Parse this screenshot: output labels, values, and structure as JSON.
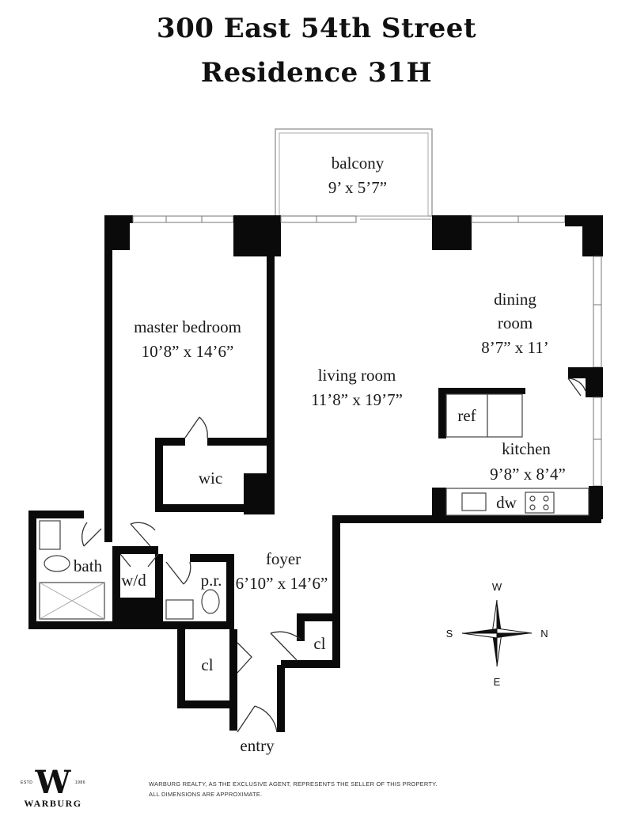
{
  "header": {
    "address": "300 East 54th Street",
    "residence": "Residence 31H"
  },
  "rooms": {
    "balcony": {
      "name": "balcony",
      "dims": "9’ x 5’7”"
    },
    "master_bedroom": {
      "name": "master bedroom",
      "dims": "10’8” x 14’6”"
    },
    "living_room": {
      "name": "living room",
      "dims": "11’8” x 19’7”"
    },
    "dining_room": {
      "name1": "dining",
      "name2": "room",
      "dims": "8’7” x 11’"
    },
    "kitchen": {
      "name": "kitchen",
      "dims": "9’8” x 8’4”"
    },
    "foyer": {
      "name": "foyer",
      "dims": "6’10” x 14’6”"
    },
    "wic": "wic",
    "bath": "bath",
    "wd": "w/d",
    "pr": "p.r.",
    "ref": "ref",
    "dw": "dw",
    "cl_left": "cl",
    "cl_right": "cl",
    "entry": "entry"
  },
  "compass": {
    "north": "N",
    "south": "S",
    "east": "E",
    "west": "W"
  },
  "footer": {
    "logo_est": "ESTD",
    "logo_year": "1986",
    "logo_name": "WARBURG",
    "disclaimer_line1": "WARBURG REALTY, AS THE EXCLUSIVE AGENT, REPRESENTS THE SELLER OF THIS PROPERTY.",
    "disclaimer_line2": "ALL DIMENSIONS ARE APPROXIMATE."
  }
}
